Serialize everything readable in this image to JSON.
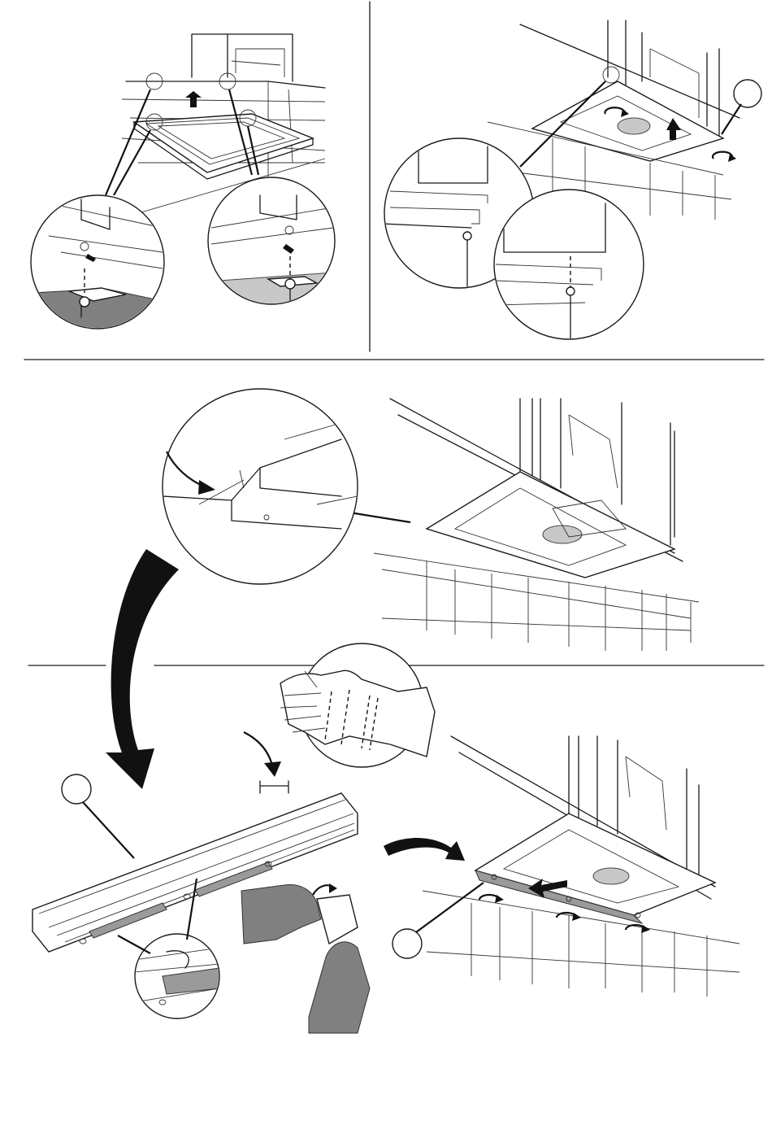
{
  "figure": {
    "panels": [
      {
        "id": "step-1",
        "description_visible": false
      },
      {
        "id": "step-2",
        "description_visible": false
      },
      {
        "id": "step-3",
        "description_visible": false
      },
      {
        "id": "step-4",
        "description_visible": false
      }
    ],
    "icons": [
      "arrow-up-icon",
      "rotate-icon",
      "curved-arrow-icon",
      "glove-icon",
      "screw-icon",
      "callout-circle-icon"
    ],
    "colors": {
      "line": "#1a1a1a",
      "shade": "#9a9a9a",
      "dark-shade": "#808080",
      "background": "#ffffff"
    }
  }
}
